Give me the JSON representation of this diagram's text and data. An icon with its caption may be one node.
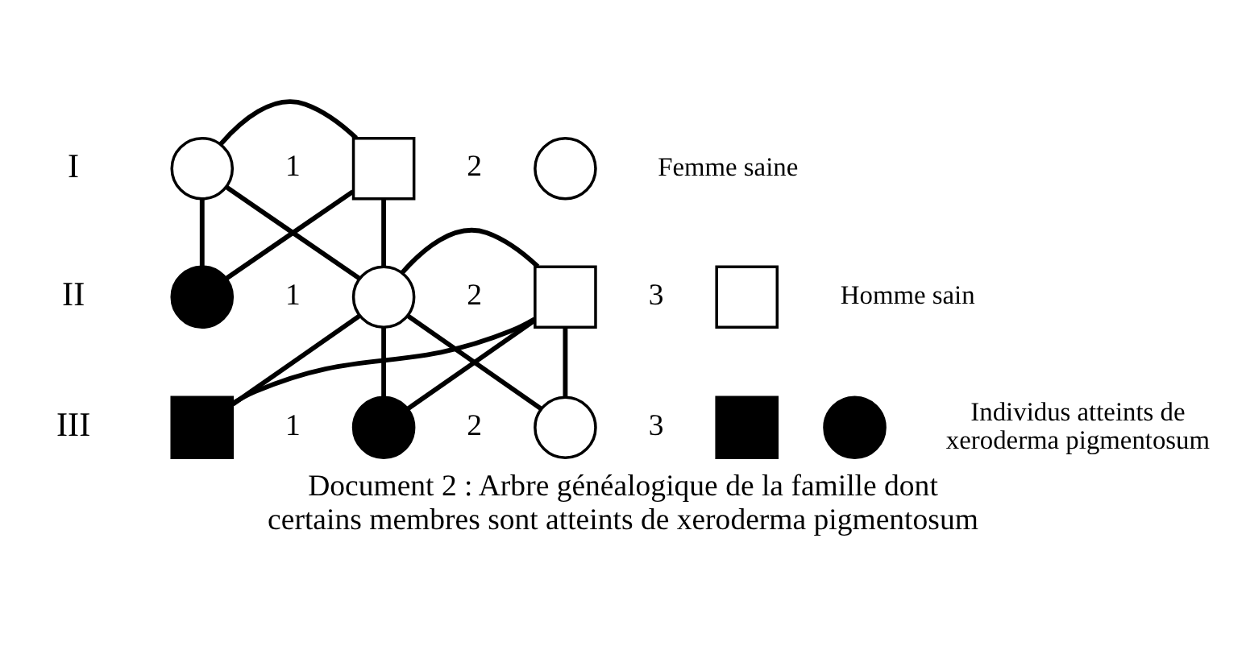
{
  "diagram": {
    "caption": "Document 2 : Arbre généalogique de la famille dont certains membres sont atteints de xeroderma pigmentosum",
    "nodes": [
      {
        "text": [],
        "shape": "circle",
        "beside": [
          "1"
        ]
      },
      {
        "text": [],
        "shape": "box",
        "beside": [
          "2"
        ]
      },
      {
        "text": [],
        "shape": "circle",
        "beside": [
          "1"
        ]
      },
      {
        "text": [],
        "shape": "circle",
        "beside": [
          "2"
        ]
      },
      {
        "text": [],
        "shape": "box",
        "beside": [
          "3"
        ]
      },
      {
        "text": [],
        "shape": "box",
        "beside": [
          "1"
        ]
      },
      {
        "text": [],
        "shape": "circle",
        "beside": [
          "2"
        ]
      },
      {
        "text": [],
        "shape": "circle",
        "beside": [
          "3"
        ]
      },
      {
        "text": [],
        "shape": "circle"
      },
      {
        "text": [],
        "shape": "box"
      },
      {
        "text": [],
        "shape": "box"
      },
      {
        "text": [],
        "shape": "circle"
      }
    ],
    "edges": [
      {
        "from": 0,
        "to": 1,
        "arrow": "none"
      },
      {
        "from": 0,
        "to": 2,
        "arrow": "none"
      },
      {
        "from": 1,
        "to": 2,
        "arrow": "none"
      },
      {
        "from": 0,
        "to": 3,
        "arrow": "none"
      },
      {
        "from": 1,
        "to": 3,
        "arrow": "none"
      },
      {
        "from": 3,
        "to": 4,
        "arrow": "none"
      },
      {
        "from": 3,
        "to": 5,
        "arrow": "none"
      },
      {
        "from": 4,
        "to": 5,
        "arrow": "none"
      },
      {
        "from": 3,
        "to": 6,
        "arrow": "none"
      },
      {
        "from": 4,
        "to": 6,
        "arrow": "none"
      },
      {
        "from": 3,
        "to": 7,
        "arrow": "none"
      },
      {
        "from": 4,
        "to": 7,
        "arrow": "none"
      }
    ],
    "labels": [
      "I",
      "II",
      "III"
    ],
    "legend": [
      {
        "text": "Femme saine"
      },
      {
        "text": "Homme sain"
      },
      {
        "text": "Individus atteints de xeroderma pigmentosum"
      }
    ]
  }
}
